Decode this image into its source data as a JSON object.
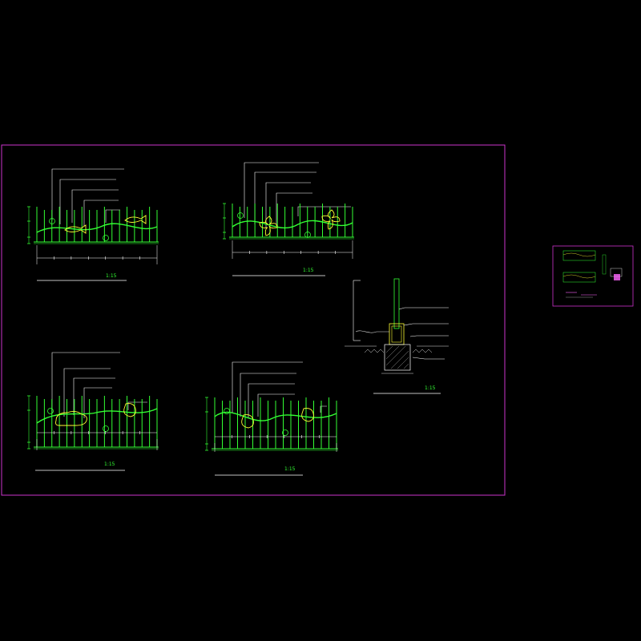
{
  "colors": {
    "background": "#000000",
    "frame": "#cc33cc",
    "rails": "#33ff33",
    "leader": "#ffffff",
    "motif": "#ffff33",
    "ground": "#dddddd"
  },
  "elevations": [
    {
      "title": "",
      "scale": "1:15",
      "labels": [
        "",
        "",
        "",
        "",
        ""
      ]
    },
    {
      "title": "",
      "scale": "1:15",
      "labels": [
        "",
        "",
        "",
        "",
        ""
      ]
    },
    {
      "title": "",
      "scale": "1:15",
      "labels": [
        "",
        "",
        "",
        "",
        ""
      ]
    },
    {
      "title": "",
      "scale": "1:15",
      "labels": [
        "",
        "",
        "",
        "",
        ""
      ]
    }
  ],
  "section": {
    "title": "",
    "scale": "1:15",
    "labels": [
      "",
      "",
      "",
      ""
    ]
  },
  "notes": {
    "heading": "",
    "lines": [
      "",
      ""
    ]
  },
  "thumbnail": {
    "icon": "drawing-thumbnail-icon"
  }
}
